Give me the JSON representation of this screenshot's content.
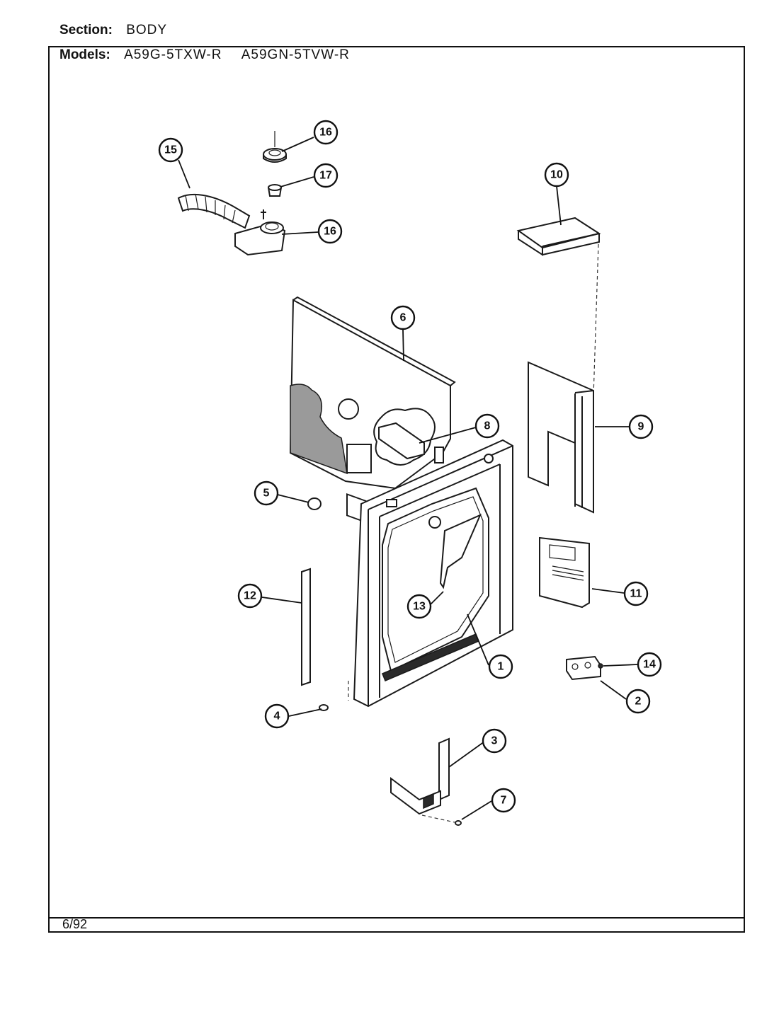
{
  "header": {
    "section_label": "Section:",
    "section_value": "BODY",
    "models_label": "Models:",
    "models": [
      "A59G-5TXW-R",
      "A59GN-5TVW-R"
    ]
  },
  "footer": {
    "date": "6/92"
  },
  "callouts": [
    "1",
    "2",
    "3",
    "4",
    "5",
    "6",
    "7",
    "8",
    "9",
    "10",
    "11",
    "12",
    "13",
    "14",
    "15",
    "16",
    "16",
    "17"
  ]
}
